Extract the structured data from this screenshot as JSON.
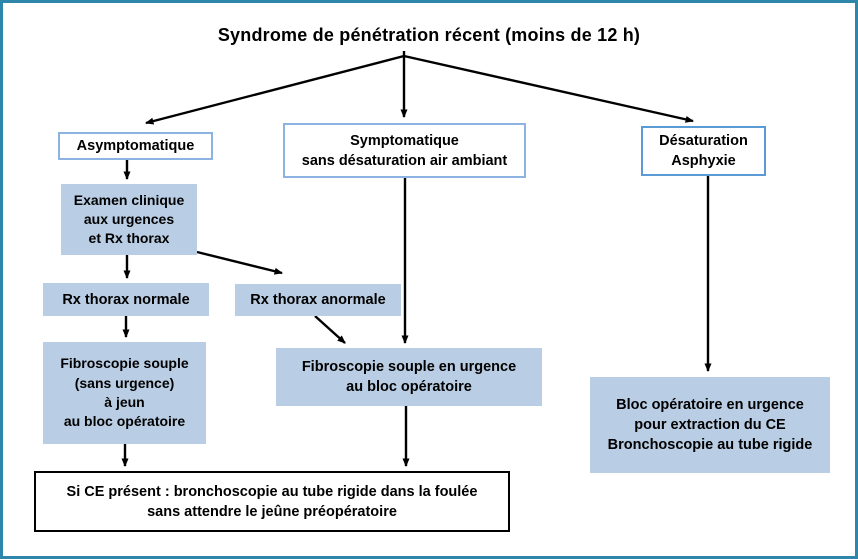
{
  "palette": {
    "frame_border": "#2e86ab",
    "node_fill": "#b9cde4",
    "node_border_light": "#8db3e2",
    "node_border_strong": "#5b9bd5",
    "arrow_color": "#000000",
    "text_color": "#000000"
  },
  "title": "Syndrome de pénétration récent (moins de 12 h)",
  "nodes": {
    "asymptomatique": {
      "lines": [
        "Asymptomatique"
      ]
    },
    "symptomatique": {
      "lines": [
        "Symptomatique",
        "sans désaturation air ambiant"
      ]
    },
    "desaturation": {
      "lines": [
        "Désaturation",
        "Asphyxie"
      ]
    },
    "examen": {
      "lines": [
        "Examen clinique",
        "aux urgences",
        "et Rx thorax"
      ]
    },
    "rx_normale": {
      "lines": [
        "Rx thorax normale"
      ]
    },
    "rx_anormale": {
      "lines": [
        "Rx thorax anormale"
      ]
    },
    "fibroscopie_sans_urgence": {
      "lines": [
        "Fibroscopie souple",
        "(sans urgence)",
        "à jeun",
        "au bloc opératoire"
      ]
    },
    "fibroscopie_urgence": {
      "lines": [
        "Fibroscopie souple en urgence",
        "au bloc opératoire"
      ]
    },
    "bloc_operatoire": {
      "lines": [
        "Bloc opératoire en urgence",
        "pour extraction du CE",
        "Bronchoscopie au tube rigide"
      ]
    },
    "conclusion": {
      "lines": [
        "Si CE présent : bronchoscopie au tube rigide dans la foulée",
        "sans attendre le jeûne préopératoire"
      ]
    }
  }
}
